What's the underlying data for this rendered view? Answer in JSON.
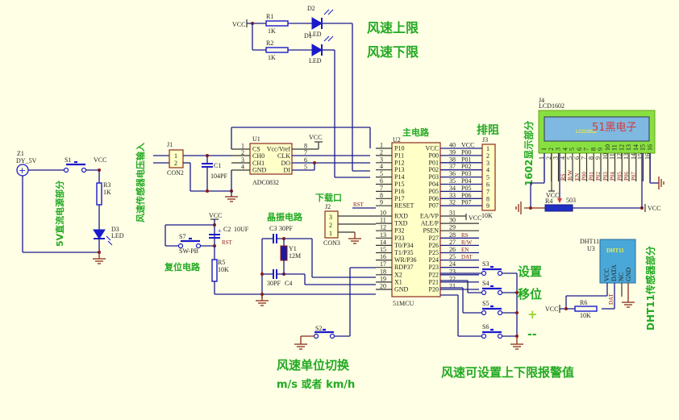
{
  "annotations": {
    "upper_limit": "风速上限",
    "lower_limit": "风速下限",
    "power_section": "5V直流电源部分",
    "wind_sensor_input": "风速传感器电压输入",
    "main_circuit": "主电路",
    "resistor_array": "排阻",
    "download_port": "下载口",
    "crystal_circuit": "晶振电路",
    "reset_circuit": "复位电路",
    "lcd_section": "1602显示部分",
    "dht11_section": "DHT11传感器部分",
    "set_key": "设置",
    "shift_key": "移位",
    "plus_key": "+",
    "minus_key": "--",
    "unit_switch_line1": "风速单位切换",
    "unit_switch_line2": "m/s 或者 km/h",
    "alarm_setting": "风速可设置上下限报警值"
  },
  "components": {
    "vcc": "VCC",
    "r1": {
      "ref": "R1",
      "value": "1K"
    },
    "r2": {
      "ref": "R2",
      "value": "1K"
    },
    "d2": {
      "ref": "D2",
      "value": "LED"
    },
    "d1": {
      "ref": "D1",
      "value": "LED"
    },
    "z1": {
      "ref": "Z1",
      "value": "DY_5V"
    },
    "s1": {
      "ref": "S1"
    },
    "r3": {
      "ref": "R3",
      "value": "1K"
    },
    "d3": {
      "ref": "D3",
      "value": "LED"
    },
    "j1": {
      "ref": "J1",
      "value": "CON2",
      "pins": [
        "1",
        "2"
      ]
    },
    "c1": {
      "ref": "C1",
      "value": "104PF"
    },
    "u1": {
      "ref": "U1",
      "value": "ADC0832",
      "left_pins": [
        {
          "no": "1",
          "name": "CS"
        },
        {
          "no": "2",
          "name": "CH0"
        },
        {
          "no": "3",
          "name": "CH1"
        },
        {
          "no": "4",
          "name": "GND"
        }
      ],
      "right_pins": [
        {
          "no": "8",
          "name": "Vcc/Vref"
        },
        {
          "no": "7",
          "name": "CLK"
        },
        {
          "no": "6",
          "name": "DO"
        },
        {
          "no": "5",
          "name": "DI"
        }
      ]
    },
    "u2": {
      "ref": "U2",
      "value": "51MCU",
      "left_pins": [
        {
          "no": "1",
          "name": "P10"
        },
        {
          "no": "2",
          "name": "P11"
        },
        {
          "no": "3",
          "name": "P12"
        },
        {
          "no": "4",
          "name": "P13"
        },
        {
          "no": "5",
          "name": "P14"
        },
        {
          "no": "6",
          "name": "P15"
        },
        {
          "no": "7",
          "name": "P16"
        },
        {
          "no": "8",
          "name": "P17"
        },
        {
          "no": "9",
          "name": "RESET"
        },
        {
          "no": "10",
          "name": "RXD"
        },
        {
          "no": "11",
          "name": "TXD"
        },
        {
          "no": "12",
          "name": "P32"
        },
        {
          "no": "13",
          "name": "P33"
        },
        {
          "no": "14",
          "name": "T0/P34"
        },
        {
          "no": "15",
          "name": "T1/P35"
        },
        {
          "no": "16",
          "name": "WR/P36"
        },
        {
          "no": "17",
          "name": "RDP37"
        },
        {
          "no": "18",
          "name": "X2"
        },
        {
          "no": "19",
          "name": "X1"
        },
        {
          "no": "20",
          "name": "GND"
        }
      ],
      "right_pins": [
        {
          "no": "40",
          "name": "VCC",
          "net": "VCC"
        },
        {
          "no": "39",
          "name": "P00",
          "net": "P00"
        },
        {
          "no": "38",
          "name": "P01",
          "net": "P01"
        },
        {
          "no": "37",
          "name": "P02",
          "net": "P02"
        },
        {
          "no": "36",
          "name": "P03",
          "net": "P03"
        },
        {
          "no": "35",
          "name": "P04",
          "net": "P04"
        },
        {
          "no": "34",
          "name": "P05",
          "net": "P05"
        },
        {
          "no": "33",
          "name": "P06",
          "net": "P06"
        },
        {
          "no": "32",
          "name": "P07",
          "net": "P07"
        },
        {
          "no": "31",
          "name": "EA/VP",
          "net": "VCC"
        },
        {
          "no": "30",
          "name": "ALE/P",
          "net": ""
        },
        {
          "no": "29",
          "name": "PSEN",
          "net": ""
        },
        {
          "no": "28",
          "name": "P27",
          "net": "RS"
        },
        {
          "no": "27",
          "name": "P26",
          "net": "R/W"
        },
        {
          "no": "26",
          "name": "P25",
          "net": "EN"
        },
        {
          "no": "25",
          "name": "P24",
          "net": "DAT"
        },
        {
          "no": "24",
          "name": "P23",
          "net": ""
        },
        {
          "no": "23",
          "name": "P22",
          "net": ""
        },
        {
          "no": "22",
          "name": "P21",
          "net": ""
        },
        {
          "no": "21",
          "name": "P20",
          "net": ""
        }
      ]
    },
    "j3": {
      "ref": "J3",
      "value": "10K",
      "pins": [
        "1",
        "2",
        "3",
        "4",
        "5",
        "6",
        "7",
        "8",
        "9"
      ]
    },
    "j2": {
      "ref": "J2",
      "value": "CON3",
      "pins": [
        "3",
        "2",
        "1"
      ]
    },
    "rst_net": "RST",
    "c2": {
      "ref": "C2",
      "value": "10UF"
    },
    "s7": {
      "ref": "S7",
      "value": "SW-PB"
    },
    "r5": {
      "ref": "R5",
      "value": "10K"
    },
    "c3": {
      "ref": "C3",
      "value": "30PF"
    },
    "c4": {
      "ref": "C4",
      "value": "30PF"
    },
    "y1": {
      "ref": "Y1",
      "value": "12M"
    },
    "s2": {
      "ref": "S2"
    },
    "s3": {
      "ref": "S3"
    },
    "s4": {
      "ref": "S4"
    },
    "s5": {
      "ref": "S5"
    },
    "s6": {
      "ref": "S6"
    },
    "j4": {
      "ref": "J4",
      "value": "LCD1602",
      "screen_label": "LCD1602",
      "screen_text": "51黑电子",
      "pins": [
        "1",
        "2",
        "3",
        "4",
        "5",
        "6",
        "7",
        "8",
        "9",
        "10",
        "11",
        "12",
        "13",
        "14",
        "15",
        "16"
      ],
      "pin_nets": [
        "",
        "",
        "",
        "RS",
        "R/W",
        "EN",
        "P00",
        "P01",
        "P02",
        "P03",
        "P04",
        "P05",
        "P06",
        "P07",
        "",
        ""
      ]
    },
    "r4": {
      "ref": "R4",
      "value": "503"
    },
    "u3": {
      "ref": "U3",
      "value": "DHT11",
      "body_label": "DHT11",
      "pins": [
        "VCC",
        "DATA",
        "NC",
        "GND"
      ]
    },
    "r6": {
      "ref": "R6",
      "value": "10K"
    },
    "dat_net": "DAT"
  },
  "colors": {
    "background": "#FFFFE6",
    "wire": "#1a1a8c",
    "annotation": "#22aa22",
    "chip_fill": "#FFFFC8",
    "chip_border": "#8b2b1a",
    "lcd_frame": "#88e040",
    "lcd_screen": "#7fb8e0"
  }
}
